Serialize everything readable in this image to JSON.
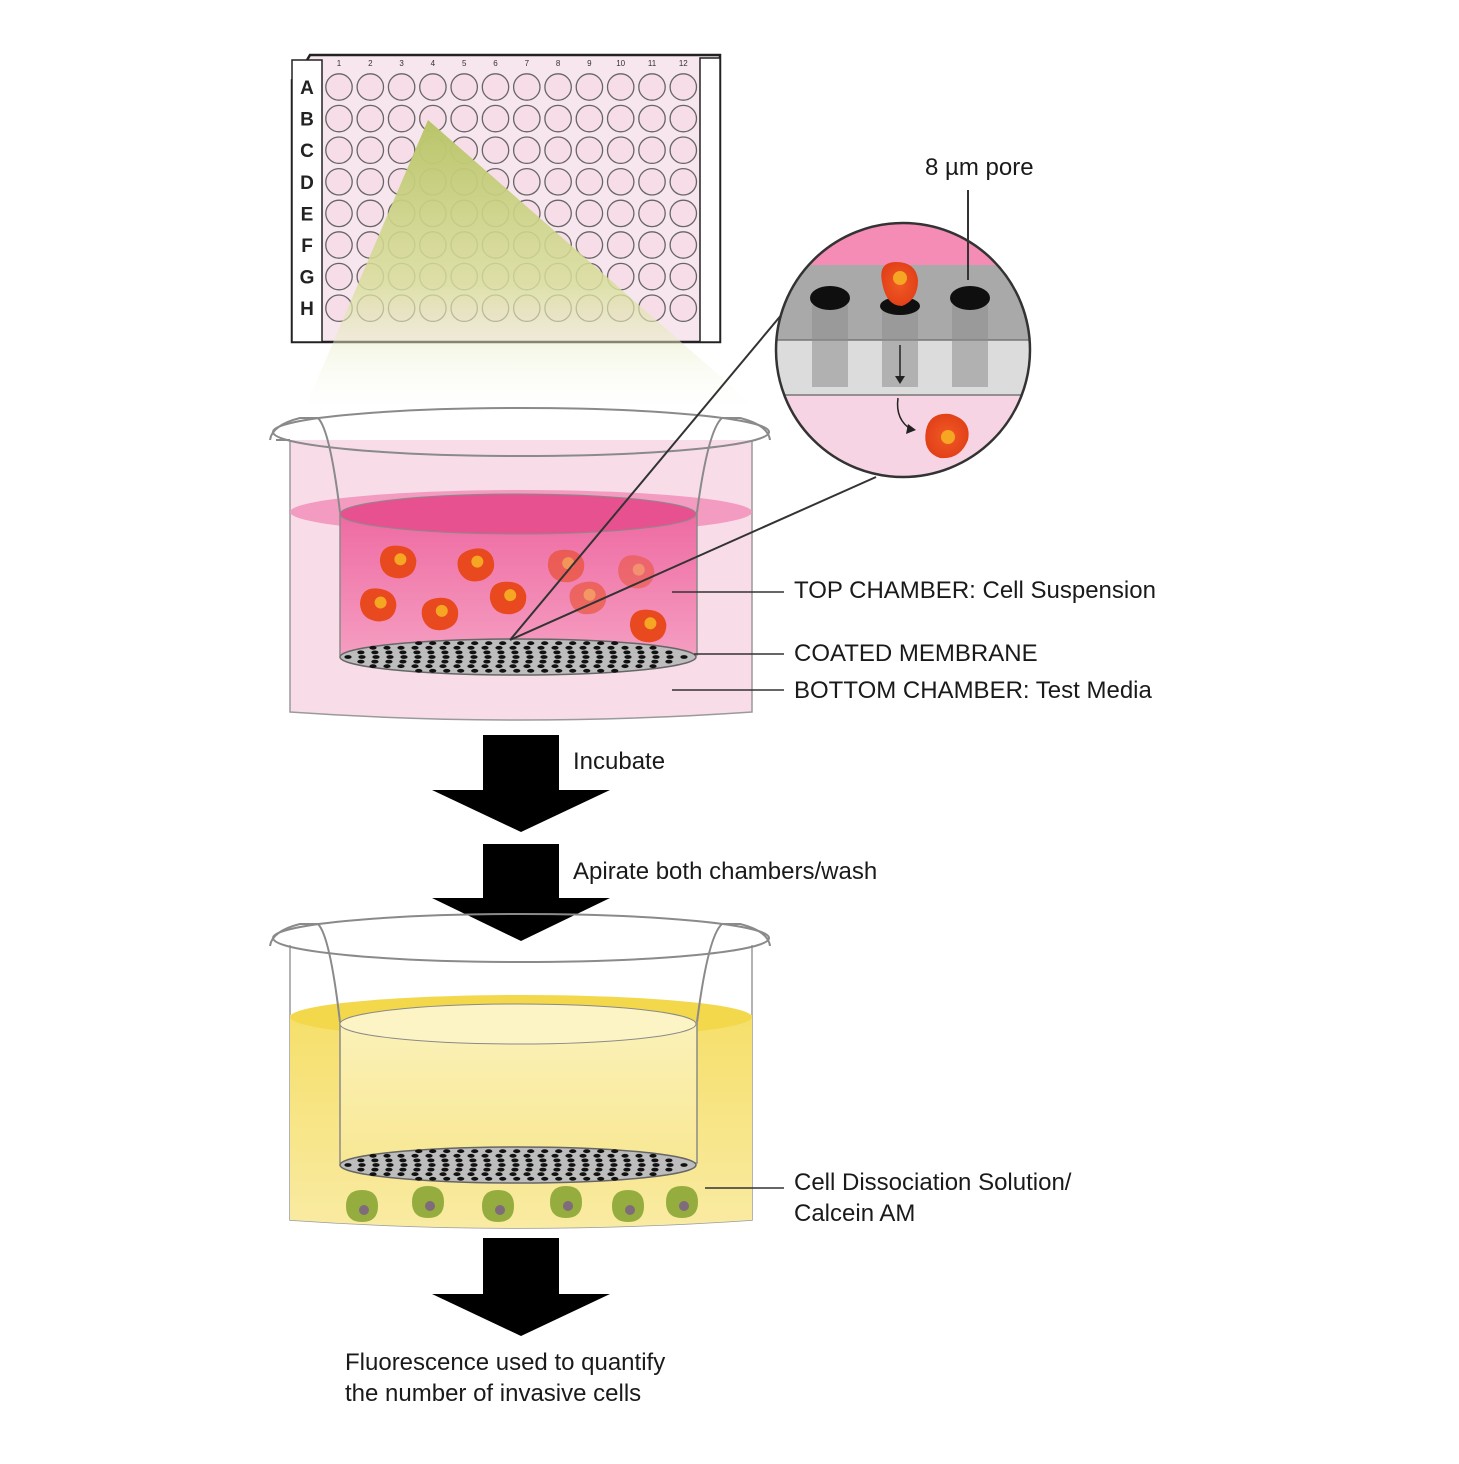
{
  "plate": {
    "rows": [
      "A",
      "B",
      "C",
      "D",
      "E",
      "F",
      "G",
      "H"
    ],
    "columns": [
      "1",
      "2",
      "3",
      "4",
      "5",
      "6",
      "7",
      "8",
      "9",
      "10",
      "11",
      "12"
    ]
  },
  "labels": {
    "pore": "8 µm pore",
    "top_chamber": "TOP CHAMBER: Cell Suspension",
    "membrane": "COATED MEMBRANE",
    "bottom_chamber": "BOTTOM CHAMBER: Test Media",
    "step1": "Incubate",
    "step2": "Apirate both chambers/wash",
    "solution_line1": "Cell Dissociation Solution/",
    "solution_line2": "Calcein AM",
    "result_line1": "Fluorescence used to quantify",
    "result_line2": "the number of invasive cells"
  },
  "colors": {
    "top_media": "#f07aaa",
    "bottom_media": "#f8dbe8",
    "well_fill": "#f7dde8",
    "beam": "#c8d17a",
    "cell": "#e8491e",
    "cell_nucleus": "#f5a623",
    "wash_media": "#f7e48a",
    "green_cell": "#8faa3a",
    "arrow": "#000000"
  }
}
